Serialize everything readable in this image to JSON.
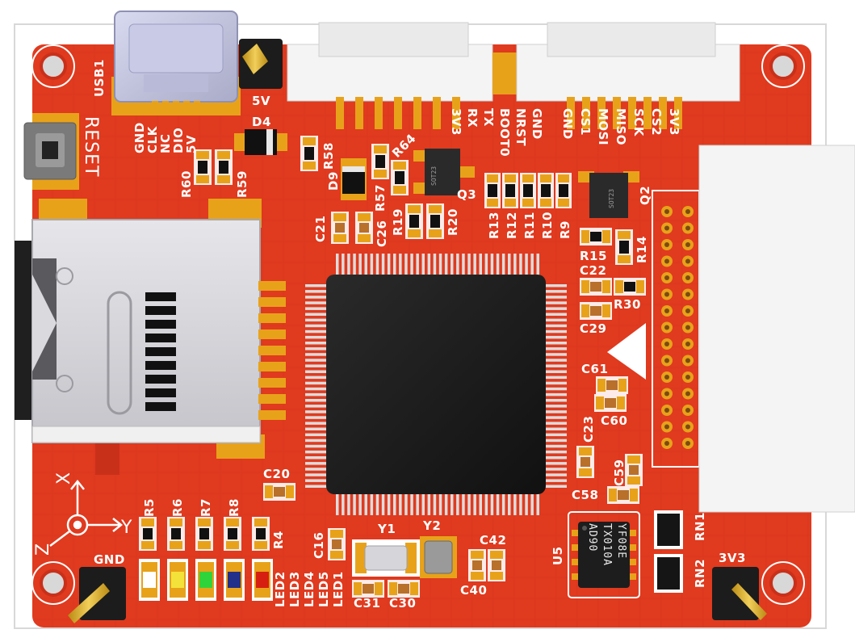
{
  "board": {
    "colors": {
      "pcb": "#e03a1f",
      "pcb_dark": "#c9301a",
      "copper": "#e8a21a",
      "silk": "#ffffff",
      "chip": "#1b1b1b",
      "header_white": "#f4f4f4",
      "sd_metal": "#d9d9de"
    },
    "top_left": {
      "usb": "USB1",
      "usb_pins": [
        "GND",
        "CLK",
        "NC",
        "DIO",
        "5V"
      ],
      "reset": "RESET",
      "pin_5v": "5V",
      "d4": "D4",
      "r60": "R60",
      "r59": "R59"
    },
    "top_mid": {
      "r58": "R58",
      "d9": "D9",
      "r57": "R57",
      "r64": "R64",
      "q3": "Q3",
      "q3_mark": "SOT23",
      "r19": "R19",
      "r20": "R20",
      "c21": "C21",
      "c26": "C26",
      "header1_pins": [
        "3V3",
        "RX",
        "TX",
        "BOOT0",
        "NRST",
        "GND"
      ],
      "header2_pins": [
        "GND",
        "CS1",
        "MOSI",
        "MISO",
        "SCK",
        "CS2",
        "3V3"
      ]
    },
    "top_right": {
      "r_array": [
        "R13",
        "R12",
        "R11",
        "R10",
        "R9"
      ],
      "q2": "Q2",
      "q2_mark": "SOT23",
      "r15": "R15",
      "r14": "R14",
      "c22": "C22",
      "r30": "R30",
      "c29": "C29",
      "c61": "C61",
      "c60": "C60",
      "c23": "C23",
      "c59": "C59",
      "c58": "C58"
    },
    "bottom": {
      "axis_x": "X",
      "axis_y": "Y",
      "axis_z": "Z",
      "leds_r": [
        "R5",
        "R6",
        "R7",
        "R8",
        "R4"
      ],
      "leds": [
        "LED2",
        "LED3",
        "LED4",
        "LED5",
        "LED1"
      ],
      "gnd": "GND",
      "c20": "C20",
      "c16": "C16",
      "y1": "Y1",
      "y2": "Y2",
      "c31": "C31",
      "c30": "C30",
      "c42": "C42",
      "c40": "C40",
      "u5": "U5",
      "u5_lines": [
        "YF08E",
        "TX010A",
        "AD90"
      ],
      "rn1": "RN1",
      "rn2": "RN2",
      "pin_3v3": "3V3"
    }
  }
}
